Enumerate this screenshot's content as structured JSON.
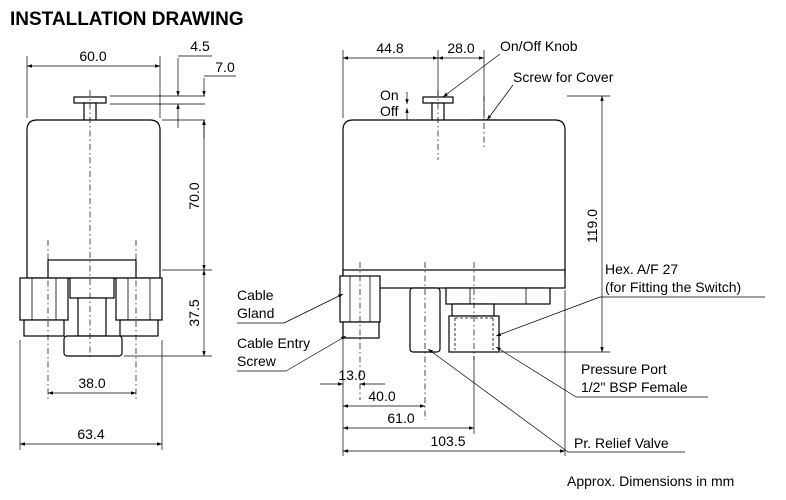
{
  "title": "INSTALLATION DRAWING",
  "dimensions": {
    "front_width": "60.0",
    "knob_offset": "4.5",
    "knob_height": "7.0",
    "body_height": "70.0",
    "lower_height": "37.5",
    "port_spacing": "38.0",
    "overall_width": "63.4",
    "side_knob_pos": "44.8",
    "side_knob_to_screw": "28.0",
    "side_height": "119.0",
    "gland_offset": "13.0",
    "gland_to_valve": "40.0",
    "to_port": "61.0",
    "overall_length": "103.5"
  },
  "labels": {
    "on_off_knob": "On/Off Knob",
    "screw_for_cover": "Screw for Cover",
    "on": "On",
    "off": "Off",
    "hex_line1": "Hex. A/F 27",
    "hex_line2": "(for Fitting the Switch)",
    "cable_gland_line1": "Cable",
    "cable_gland_line2": "Gland",
    "cable_entry_line1": "Cable Entry",
    "cable_entry_line2": "Screw",
    "pressure_port_line1": "Pressure Port",
    "pressure_port_line2": "1/2\" BSP Female",
    "relief_valve": "Pr. Relief Valve"
  },
  "footnote": "Approx. Dimensions in mm"
}
